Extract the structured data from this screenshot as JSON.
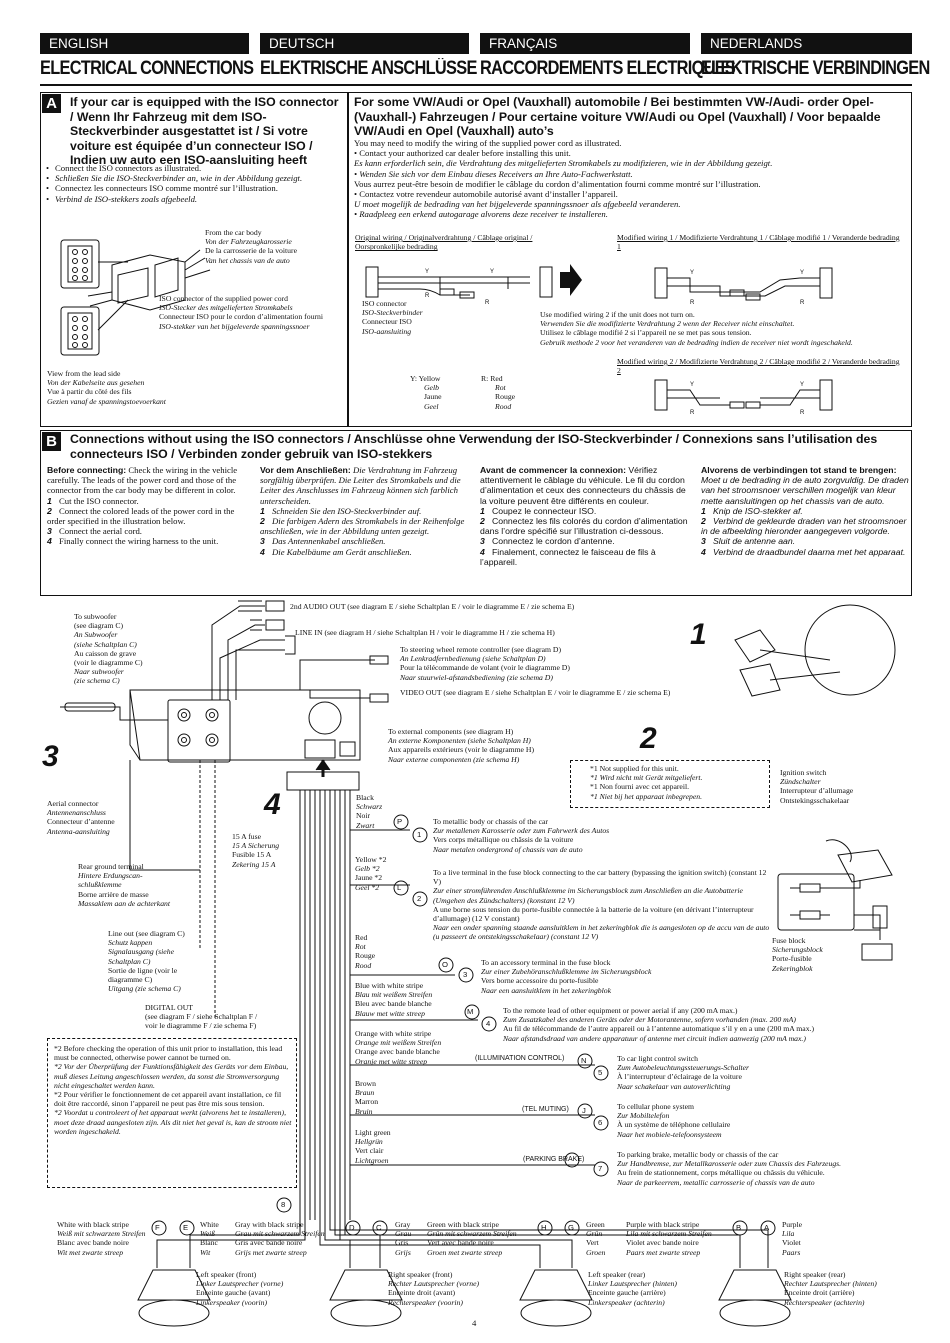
{
  "header": {
    "languages": [
      "ENGLISH",
      "DEUTSCH",
      "FRANÇAIS",
      "NEDERLANDS"
    ],
    "titles": [
      "ELECTRICAL CONNECTIONS",
      "ELEKTRISCHE ANSCHLÜSSE",
      "RACCORDEMENTS ELECTRIQUES",
      "ELEKTRISCHE VERBINDINGEN"
    ]
  },
  "section_a": {
    "letter": "A",
    "left_title": "If your car is equipped with the ISO connector / Wenn Ihr Fahrzeug mit dem ISO-Steckverbinder ausgestattet ist / Si votre voiture est équipée d’un connecteur ISO / Indien uw auto een ISO-aansluiting heeft",
    "left_bullets": [
      "Connect the ISO connectors as illustrated.",
      "Schließen Sie die ISO-Steckverbinder an, wie in der Abbildung gezeigt.",
      "Connectez les connecteurs ISO comme montré sur l’illustration.",
      "Verbind de ISO-stekkers zoals afgebeeld."
    ],
    "from_car_body": [
      "From the car body",
      "Von der Fahrzeugkarosserie",
      "De la carrosserie de la voiture",
      "Van het chassis van de auto"
    ],
    "iso_supplied": [
      "ISO connector of the supplied power cord",
      "ISO-Stecker des mitgelieferten Stromkabels",
      "Connecteur ISO pour le cordon d’alimentation fourni",
      "ISO-stekker van het bijgeleverde spanningssnoer"
    ],
    "view_lead": [
      "View from the lead side",
      "Von der Kabelseite aus gesehen",
      "Vue à partir du côté des fils",
      "Gezien vanaf de spanningstoevoerkant"
    ],
    "right_title": "For some VW/Audi or Opel (Vauxhall) automobile / Bei bestimmten VW-/Audi- order Opel- (Vauxhall-) Fahrzeugen / Pour certaine voiture VW/Audi ou Opel (Vauxhall) / Voor bepaalde VW/Audi en Opel (Vauxhall) auto’s",
    "right_lines": [
      "You may need to modify the wiring of the supplied power cord as illustrated.",
      "• Contact your authorized car dealer before installing this unit.",
      "Es kann erforderlich sein, die Verdrahtung des mitgelieferten Stromkabels zu modifizieren, wie in der Abbildung gezeigt.",
      "• Wenden Sie sich vor dem Einbau dieses Receivers an Ihre Auto-Fachwerkstatt.",
      "Vous aurrez peut-être besoin de modifier le câblage du cordon d’alimentation fourni comme montré sur l’illustration.",
      "• Contactez votre revendeur automobile autorisé avant d’installer l’appareil.",
      "U moet mogelijk de bedrading van het bijgeleverde spanningssnoer als afgebeeld veranderen.",
      "• Raadpleeg een erkend autogarage alvorens deze receiver te installeren."
    ],
    "original_wiring": "Original wiring / Originalverdrahtung / Câblage original / Oorspronkelijke bedrading",
    "modified_1": "Modified wiring 1 / Modifizierte Verdrahtung 1 / Câblage modifié 1 / Veranderde bedrading 1",
    "modified_2": "Modified wiring 2 / Modifizierte Verdrahtung 2 / Câblage modifié 2 / Veranderde bedrading 2",
    "iso_connector": [
      "ISO connector",
      "ISO-Steckverbinder",
      "Connecteur ISO",
      "ISO-aansluiting"
    ],
    "use_modified": [
      "Use modified wiring 2 if the unit does not turn on.",
      "Verwenden Sie die modifizierte Verdrahtung 2 wenn der Receiver nicht einschaltet.",
      "Utilisez le câblage modifié 2 si l’appareil ne se met pas sous tension.",
      "Gebruik methode 2 voor het veranderen van de bedrading indien de receiver niet wordt ingeschakeld."
    ],
    "legend_y": [
      "Y:",
      "Yellow",
      "Gelb",
      "Jaune",
      "Geel"
    ],
    "legend_r": [
      "R:",
      "Red",
      "Rot",
      "Rouge",
      "Rood"
    ]
  },
  "section_b": {
    "letter": "B",
    "title": "Connections without using the ISO connectors / Anschlüsse ohne Verwendung der ISO-Steckverbinder / Connexions sans l’utilisation des connecteurs ISO / Verbinden zonder gebruik van ISO-stekkers",
    "col_en": {
      "lead": "Before connecting:",
      "text": "Check the wiring in the vehicle carefully. The leads of the power cord and those of the connector from the car body may be different in color.",
      "steps": [
        "Cut the ISO connector.",
        "Connect the colored leads of the power cord in the order specified in the illustration below.",
        "Connect the aerial cord.",
        "Finally connect the wiring harness to the unit."
      ]
    },
    "col_de": {
      "lead": "Vor dem Anschließen:",
      "text": "Die Verdrahtung im Fahrzeug sorgfältig überprüfen. Die Leiter des Stromkabels und die Leiter des Anschlusses im Fahrzeug können sich farblich unterscheiden.",
      "steps": [
        "Schneiden Sie den ISO-Steckverbinder auf.",
        "Die farbigen Adern des Stromkabels in der Reihenfolge anschließen, wie in der Abbildung unten gezeigt.",
        "Das Antennenkabel anschließen.",
        "Die Kabelbäume am Gerät anschließen."
      ]
    },
    "col_fr": {
      "lead": "Avant de commencer la connexion:",
      "text": "Vérifiez attentivement le câblage du véhicule. Le fil du cordon d’alimentation et ceux des connecteurs du châssis de la voiture peuvent être différents en couleur.",
      "steps": [
        "Coupez le connecteur ISO.",
        "Connectez les fils colorés du cordon d’alimentation dans l’ordre spécifié sur l’illustration ci-dessous.",
        "Connectez le cordon d’antenne.",
        "Finalement, connectez le faisceau de fils à l’appareil."
      ]
    },
    "col_nl": {
      "lead": "Alvorens de verbindingen tot stand te brengen:",
      "text": "Moet u de bedrading in de auto zorgvuldig. De draden van het stroomsnoer verschillen mogelijk van kleur mette aansluitingen op het chassis van de auto.",
      "steps": [
        "Knip de ISO-stekker af.",
        "Verbind de gekleurde draden van het stroomsnoer in de afbeelding hieronder aangegeven volgorde.",
        "Sluit de antenne aan.",
        "Verbind de draadbundel daarna met het apparaat."
      ]
    }
  },
  "diagram": {
    "audio2": "2nd AUDIO OUT (see diagram E / siehe Schaltplan E / voir le diagramme E / zie schema E)",
    "line_in": "LINE IN (see diagram H / siehe Schaltplan H / voir le diagramme H / zie schema H)",
    "steering": [
      "To steering wheel remote controller (see diagram D)",
      "An Lenkradfernbedienung (siehe Schaltplan D)",
      "Pour la télécommande de volant (voir le diagramme D)",
      "Naar stuurwiel-afstandsbediening (zie schema D)"
    ],
    "video_out": "VIDEO OUT (see diagram E / siehe Schaltplan E / voir le diagramme E / zie schema E)",
    "subwoofer": [
      "To subwoofer",
      "(see diagram C)",
      "An Subwoofer",
      "(siehe Schaltplan C)",
      "Au caisson de grave",
      "(voir le diagramme C)",
      "Naar subwoofer",
      "(zie schema C)"
    ],
    "external": [
      "To external components (see diagram H)",
      "An externe Komponenten (siehe Schaltplan H)",
      "Aux appareils extérieurs (voir le diagramme H)",
      "Naar externe componenten (zie schema H)"
    ],
    "not_supplied": [
      "*1 Not supplied for this unit.",
      "*1 Wird nicht mit Gerät mitgeliefert.",
      "*1 Non fourni avec cet appareil.",
      "*1 Niet bij het apparaat inbegrepen."
    ],
    "ignition": [
      "Ignition switch",
      "Zündschalter",
      "Interrupteur d’allumage",
      "Ontstekingsschakelaar"
    ],
    "aerial": [
      "Aerial connector",
      "Antennenanschluss",
      "Connecteur d’antenne",
      "Antenna-aansluiting"
    ],
    "fuse": [
      "15 A fuse",
      "15 A Sicherung",
      "Fusible 15 A",
      "Zekering 15 A"
    ],
    "rear_ground": [
      "Rear ground terminal",
      "Hintere Erdungscan-schlußklemme",
      "Borne arrière de masse",
      "Massaklem aan de achterkant"
    ],
    "line_out": [
      "Line out (see diagram C)",
      "Schutz kappen Signalausgang (siehe Schaltplan C)",
      "Sortie de ligne (voir le diagramme C)",
      "Uitgang (zie schema C)"
    ],
    "digital_out": [
      "DIGITAL OUT",
      "(see diagram F / siehe Schaltplan F /",
      "voir le diagramme F / zie schema F)"
    ],
    "wires": [
      {
        "color": [
          "Black",
          "Schwarz",
          "Noir",
          "Zwart"
        ],
        "letter": "P",
        "num": "1",
        "desc": [
          "To metallic body or chassis of the car",
          "Zur metallenen Karosserie oder zum Fahrwerk des Autos",
          "Vers corps métallique ou châssis de la voiture",
          "Naar metalen ondergrond of chassis van de auto"
        ]
      },
      {
        "color": [
          "Yellow *2",
          "Gelb *2",
          "Jaune *2",
          "Geel *2"
        ],
        "letter": "L",
        "num": "2",
        "desc": [
          "To a live terminal in the fuse block connecting to the car battery (bypassing the ignition switch) (constant 12 V)",
          "Zur einer stromführenden Anschlußklemme im Sicherungsblock zum Anschließen an die Autobatterie (Umgehen des Zündschalters) (konstant 12 V)",
          "A une borne sous tension du porte-fusible connectée à la batterie de la voiture (en dérivant l’interrupteur d’allumage) (12 V constant)",
          "Naar een onder spanning staande aansluitklem in het zekeringblok die is aangesloten op de accu van de auto (u passeert de ontstekingsschakelaar) (constant 12 V)"
        ]
      },
      {
        "color": [
          "Red",
          "Rot",
          "Rouge",
          "Rood"
        ],
        "letter": "O",
        "num": "3",
        "desc": [
          "To an accessory terminal in the fuse block",
          "Zur einer Zubehöranschlußklemme im Sicherungsblock",
          "Vers borne accessoire du porte-fusible",
          "Naar een aansluitklem in het zekeringblok"
        ]
      },
      {
        "color": [
          "Blue with white stripe",
          "Blau mit weißem Streifen",
          "Bleu avec bande blanche",
          "Blauw met witte streep"
        ],
        "letter": "M",
        "num": "4",
        "desc": [
          "To the remote lead of other equipment or power aerial if any (200 mA max.)",
          "Zum Zusatzkabel des anderen Geräts oder der Motorantenne, sofern vorhanden (max. 200 mA)",
          "Au fil de télécommande de l’autre appareil ou à l’antenne automatique s’il y en a une (200 mA max.)",
          "Naar afstandsdraad van andere apparatuur of antenne met circuit indien aanwezig (200 mA max.)"
        ]
      },
      {
        "color": [
          "Orange with white stripe",
          "Orange mit weißem Streifen",
          "Orange avec bande blanche",
          "Oranje met witte streep"
        ],
        "letter": "N",
        "num": "5",
        "tag": "(ILLUMINATION CONTROL)",
        "desc": [
          "To car light control switch",
          "Zum Autobeleuchtungssteuerungs-Schalter",
          "À l’interrupteur d’éclairage de la voiture",
          "Naar schakelaar van autoverlichting"
        ]
      },
      {
        "color": [
          "Brown",
          "Braun",
          "Marron",
          "Bruin"
        ],
        "letter": "J",
        "num": "6",
        "tag": "(TEL MUTING)",
        "desc": [
          "To cellular phone system",
          "Zur Mobiltelefon",
          "À un système de téléphone cellulaire",
          "Naar het mobiele-telefoonsysteem"
        ]
      },
      {
        "color": [
          "Light green",
          "Hellgrün",
          "Vert clair",
          "Lichtgroen"
        ],
        "letter": "",
        "num": "7",
        "tag": "(PARKING BRAKE)",
        "desc": [
          "To parking brake, metallic body or chassis of the car",
          "Zur Handbremse, zur Metallkarosserie oder zum Chassis des Fahrzeugs.",
          "Au frein de stationnement, corps métallique ou châssis du véhicule.",
          "Naar de parkeerrem, metallic carrosserie of chassis van de auto"
        ]
      }
    ],
    "fuse_block": [
      "Fuse block",
      "Sicherungsblock",
      "Porte-fusible",
      "Zekeringblok"
    ],
    "footnote": [
      "*2 Before checking the operation of this unit prior to installation, this lead must be connected, otherwise power cannot be turned on.",
      "*2 Vor der Überprüfung der Funktionsfähigkeit des Geräts vor dem Einbau, muß dieses Leitung angeschlossen werden, da sonst die Stromversorgung nicht eingeschaltet werden kann.",
      "*2 Pour vérifier le fonctionnement de cet appareil avant installation, ce fil doit être raccordé, sinon l’appareil ne peut pas être mis sous tension.",
      "*2 Voordat u controleert of het apparaat werkt (alvorens het te installeren), moet deze draad aangesloten zijn. Als dit niet het geval is, kan de stroom niet worden ingeschakeld."
    ],
    "harness_num": "8",
    "speakers": [
      {
        "letters": [
          "F",
          "E"
        ],
        "colors": [
          [
            "White with black stripe",
            "Weiß mit schwarzem Streifen",
            "Blanc avec bande noire",
            "Wit met zwarte streep"
          ],
          [
            "White",
            "Weiß",
            "Blanc",
            "Wit"
          ]
        ],
        "name": [
          "Left speaker (front)",
          "Linker Lautsprecher (vorne)",
          "Enceinte gauche (avant)",
          "Linkerspeaker (voorin)"
        ]
      },
      {
        "letters": [
          "D",
          "C"
        ],
        "colors": [
          [
            "Gray with black stripe",
            "Grau mit schwarzem Streifen",
            "Gris avec bande noire",
            "Grijs met zwarte streep"
          ],
          [
            "Gray",
            "Grau",
            "Gris",
            "Grijs"
          ]
        ],
        "name": [
          "Right speaker (front)",
          "Rechter Lautsprecher (vorne)",
          "Enceinte droit (avant)",
          "Rechterspeaker (voorin)"
        ]
      },
      {
        "letters": [
          "H",
          "G"
        ],
        "colors": [
          [
            "Green with black stripe",
            "Grün mit schwarzem Streifen",
            "Vert avec bande noire",
            "Groen met zwarte streep"
          ],
          [
            "Green",
            "Grün",
            "Vert",
            "Groen"
          ]
        ],
        "name": [
          "Left speaker (rear)",
          "Linker Lautsprecher (hinten)",
          "Enceinte gauche (arrière)",
          "Linkerspeaker (achterin)"
        ]
      },
      {
        "letters": [
          "B",
          "A"
        ],
        "colors": [
          [
            "Purple with black stripe",
            "Lila mit schwarzem Streifen",
            "Violet avec bande noire",
            "Paars met zwarte streep"
          ],
          [
            "Purple",
            "Lila",
            "Violet",
            "Paars"
          ]
        ],
        "name": [
          "Right speaker (rear)",
          "Rechter Lautsprecher (hinten)",
          "Enceinte droit (arrière)",
          "Rechterspeaker (achterin)"
        ]
      }
    ],
    "steps_marks": [
      "1",
      "2",
      "3",
      "4"
    ],
    "page_number": "4"
  }
}
